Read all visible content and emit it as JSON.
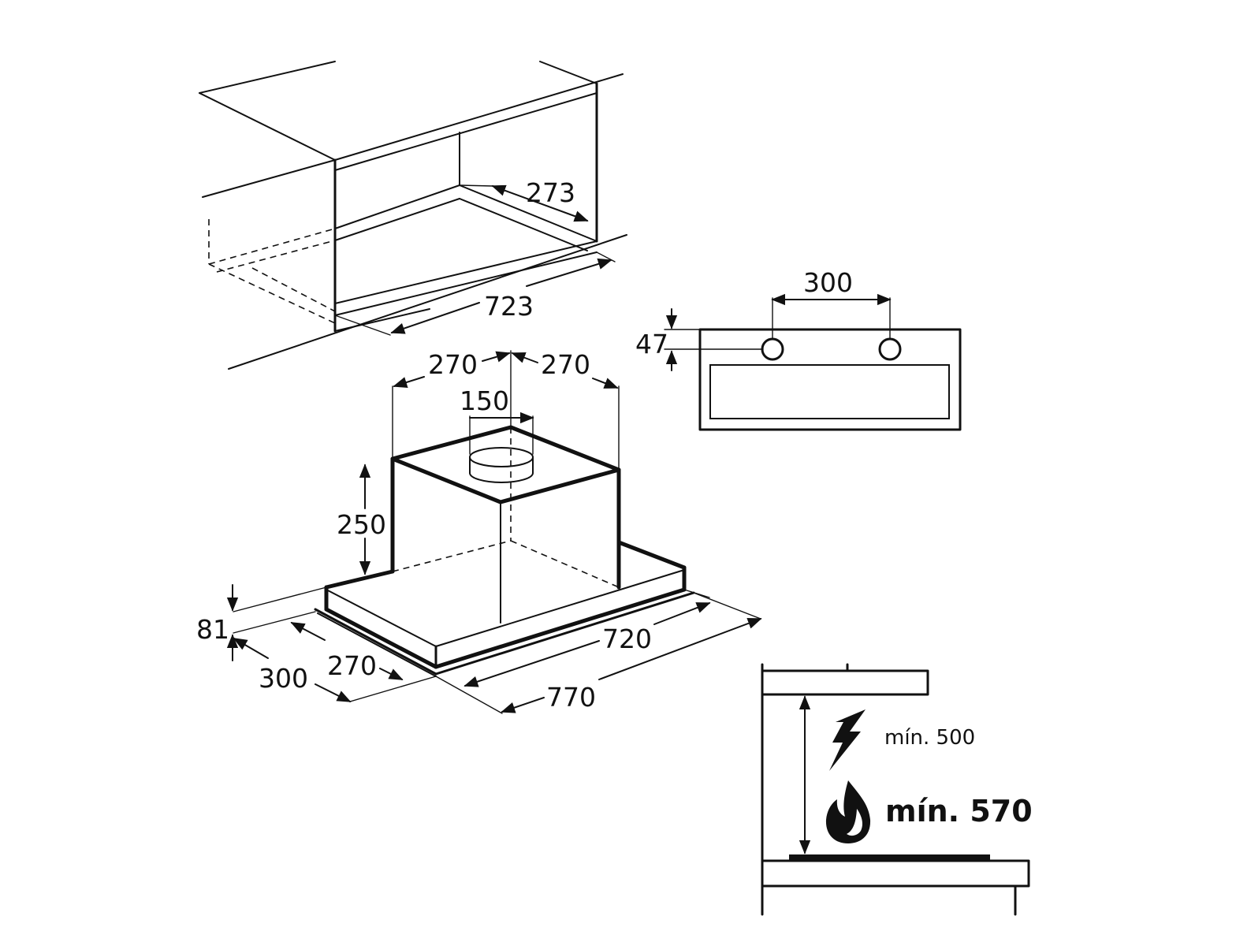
{
  "dimensions": {
    "cabinet_depth": "273",
    "cabinet_width": "723",
    "hole_spacing": "300",
    "hole_height": "47",
    "chimney_left": "270",
    "chimney_right": "270",
    "outlet_diameter": "150",
    "chimney_height": "250",
    "body_height": "81",
    "front_depth": "300",
    "side_depth": "270",
    "inner_width": "720",
    "overall_width": "770"
  },
  "clearance": {
    "electric_label": "mín. 500",
    "gas_label": "mín. 570"
  },
  "icons": [
    "lightning-icon",
    "flame-icon"
  ]
}
